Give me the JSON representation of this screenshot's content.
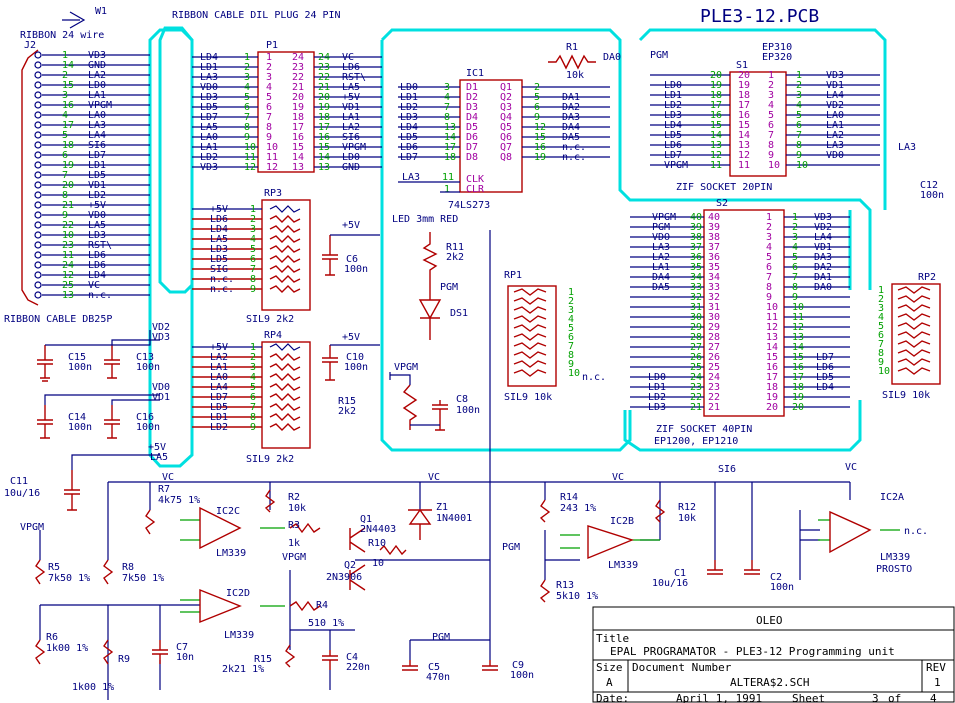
{
  "header": {
    "pcb_title": "PLE3-12.PCB",
    "ribbon24": "RIBBON CABLE DIL PLUG 24 PIN",
    "w1": "W1",
    "ribbon24wire": "RIBBON 24 wire",
    "j2": "J2",
    "db25": "RIBBON CABLE DB25P"
  },
  "j2": {
    "labels": [
      "VD3",
      "GND",
      "LA2",
      "LD0",
      "LA1",
      "VPGM",
      "LA0",
      "LA3",
      "LA4",
      "SI6",
      "LD7",
      "LD1",
      "LD5",
      "VD1",
      "LD2",
      "+5V",
      "VD0",
      "LA5",
      "LD3",
      "RST\\",
      "LD6",
      "LD6",
      "LD4",
      "VC",
      "n.c."
    ],
    "pins": [
      "1",
      "14",
      "2",
      "15",
      "3",
      "16",
      "4",
      "17",
      "5",
      "18",
      "6",
      "19",
      "7",
      "20",
      "8",
      "21",
      "9",
      "22",
      "10",
      "23",
      "11",
      "24",
      "12",
      "25",
      "13"
    ]
  },
  "p1": {
    "name": "P1",
    "left": [
      "LD4",
      "LD1",
      "LA3",
      "VD0",
      "LD3",
      "LD5",
      "LD7",
      "LA5",
      "LA0",
      "LA1",
      "LD2",
      "VD3"
    ],
    "right": [
      "VC",
      "LD6",
      "RST\\",
      "LA5",
      "+5V",
      "VD1",
      "LA1",
      "LA2",
      "SI6",
      "VPGM",
      "LD0",
      "GND"
    ],
    "pins_l": [
      "1",
      "2",
      "3",
      "4",
      "5",
      "6",
      "7",
      "8",
      "9",
      "10",
      "11",
      "12"
    ],
    "pins_r": [
      "24",
      "23",
      "22",
      "21",
      "20",
      "19",
      "18",
      "17",
      "16",
      "15",
      "14",
      "13"
    ]
  },
  "rp3": {
    "name": "RP3",
    "labels": [
      "+5V",
      "LD6",
      "LD4",
      "LA5",
      "LD3",
      "LD5",
      "SIG",
      "n.c.",
      "n.c."
    ],
    "caption": "SIL9 2k2"
  },
  "rp4": {
    "name": "RP4",
    "labels": [
      "+5V",
      "LA2",
      "LA1",
      "LA0",
      "LA4",
      "LD7",
      "LD5",
      "LD1",
      "LD2"
    ],
    "caption": "SIL9 2k2"
  },
  "ic1": {
    "name": "IC1",
    "part": "74LS273",
    "inputs": [
      "LD0",
      "LD1",
      "LD2",
      "LD3",
      "LD4",
      "LD5",
      "LD6",
      "LD7"
    ],
    "in_pins": [
      "3",
      "4",
      "7",
      "8",
      "13",
      "14",
      "17",
      "18"
    ],
    "d": [
      "D1",
      "D2",
      "D3",
      "D4",
      "D5",
      "D6",
      "D7",
      "D8"
    ],
    "q": [
      "Q1",
      "Q2",
      "Q3",
      "Q4",
      "Q5",
      "Q6",
      "Q7",
      "Q8"
    ],
    "out_pins": [
      "2",
      "5",
      "6",
      "9",
      "12",
      "15",
      "16",
      "19"
    ],
    "outs": [
      "",
      "DA1",
      "DA2",
      "DA3",
      "DA4",
      "DA5",
      "n.c.",
      "n.c."
    ],
    "clk": "CLK",
    "clr": "CLR",
    "la3": "LA3",
    "clk_pin": "11",
    "clr_pin": "1"
  },
  "r1": {
    "name": "R1",
    "value": "10k",
    "net": "DA0"
  },
  "s1": {
    "name": "S1",
    "part1": "EP310",
    "part2": "EP320",
    "pgm": "PGM",
    "left": [
      "LD0",
      "LD1",
      "LD2",
      "LD3",
      "LD4",
      "LD5",
      "LD6",
      "LD7",
      "VPGM"
    ],
    "pins_l": [
      "20",
      "19",
      "18",
      "17",
      "16",
      "15",
      "14",
      "13",
      "12",
      "11"
    ],
    "pins_r": [
      "1",
      "2",
      "3",
      "4",
      "5",
      "6",
      "7",
      "8",
      "9",
      "10"
    ],
    "right": [
      "VD3",
      "VD1",
      "LA4",
      "VD2",
      "LA0",
      "LA1",
      "LA2",
      "LA3",
      "VD0"
    ],
    "caption": "ZIF SOCKET 20PIN",
    "la3": "LA3",
    "c12": "C12",
    "c12v": "100n"
  },
  "s2": {
    "name": "S2",
    "left": [
      "VPGM",
      "PGM",
      "VDO",
      "LA3",
      "LA2",
      "LA1",
      "DA4",
      "DA5"
    ],
    "pins_l": [
      "40",
      "39",
      "38",
      "37",
      "36",
      "35",
      "34",
      "33",
      "32",
      "31",
      "30",
      "29",
      "28",
      "27",
      "26",
      "25",
      "24",
      "23",
      "22",
      "21"
    ],
    "pins_r": [
      "1",
      "2",
      "3",
      "4",
      "5",
      "6",
      "7",
      "8",
      "9",
      "10",
      "11",
      "12",
      "13",
      "14",
      "15",
      "16",
      "17",
      "18",
      "19",
      "20"
    ],
    "right": [
      "VD3",
      "VD2",
      "LA4",
      "VD1",
      "DA3",
      "DA2",
      "DA1",
      "DA0"
    ],
    "lower_left": [
      "LD0",
      "LD1",
      "LD2",
      "LD3"
    ],
    "lower_right": [
      "LD7",
      "LD6",
      "LD5",
      "LD4"
    ],
    "caption1": "ZIF SOCKET 40PIN",
    "caption2": "EP1200, EP1210"
  },
  "rp1": {
    "name": "RP1",
    "caption": "SIL9 10k",
    "nc": "n.c."
  },
  "rp2": {
    "name": "RP2",
    "caption": "SIL9 10k"
  },
  "misc": {
    "led": "LED 3mm RED",
    "r11": "R11",
    "r11v": "2k2",
    "pgm": "PGM",
    "ds1": "DS1",
    "c6": "C6",
    "c6v": "100n",
    "c10": "C10",
    "c10v": "100n",
    "c8": "C8",
    "c8v": "100n",
    "vpgm": "VPGM",
    "p5v": "+5V",
    "c15": "C15",
    "c15v": "100n",
    "c13": "C13",
    "c13v": "100n",
    "c14": "C14",
    "c14v": "100n",
    "c16": "C16",
    "c16v": "100n",
    "vd2": "VD2",
    "vd3": "VD3",
    "vd0": "VD0",
    "vd1": "VD1",
    "r15": "R15",
    "r15v": "2k2",
    "c11": "C11",
    "c11v": "10u/16",
    "la5": "LA5"
  },
  "analog": {
    "vc": "VC",
    "r7": "R7",
    "r7v": "4k75 1%",
    "ic2c": "IC2C",
    "lm339": "LM339",
    "r2": "R2",
    "r2v": "10k",
    "r3": "R3",
    "r3v": "1k",
    "q1": "Q1",
    "q1v": "2N4403",
    "r10": "R10",
    "r10v": "10",
    "z1": "Z1",
    "z1v": "1N4001",
    "r14": "R14",
    "r14v": "243 1%",
    "r12": "R12",
    "r12v": "10k",
    "ic2b": "IC2B",
    "pgm": "PGM",
    "si6": "SI6",
    "r13": "R13",
    "r13v": "5k10 1%",
    "c1": "C1",
    "c1v": "10u/16",
    "c2": "C2",
    "c2v": "100n",
    "ic2a": "IC2A",
    "prosto": "PROSTO",
    "nc": "n.c.",
    "vpgm": "VPGM",
    "r5": "R5",
    "r5v": "7k50 1%",
    "r8": "R8",
    "r8v": "7k50 1%",
    "r6": "R6",
    "r6v": "1k00 1%",
    "r9": "R9",
    "r9v": "1k00 1%",
    "ic2d": "IC2D",
    "c7": "C7",
    "c7v": "10n",
    "q2": "Q2",
    "q2v": "2N3906",
    "r4": "R4",
    "r4v": "510 1%",
    "r15": "R15",
    "r15v": "2k21 1%",
    "c4": "C4",
    "c4v": "220n",
    "c5": "C5",
    "c5v": "470n",
    "c9": "C9",
    "c9v": "100n"
  },
  "titleblock": {
    "company": "OLEO",
    "title_label": "Title",
    "title": "EPAL PROGRAMATOR - PLE3-12 Programming unit",
    "size_label": "Size",
    "size": "A",
    "docnum_label": "Document Number",
    "docnum": "ALTERA$2.SCH",
    "rev_label": "REV",
    "rev": "1",
    "date_label": "Date:",
    "date": "April  1, 1991",
    "sheet_label": "Sheet",
    "sheet": "3",
    "of": "of",
    "total": "4"
  }
}
